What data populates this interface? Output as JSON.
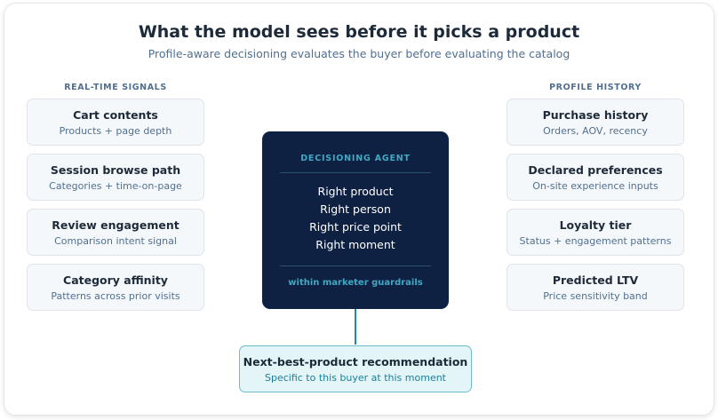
{
  "title": "What the model sees before it picks a product",
  "subtitle": "Profile-aware decisioning evaluates the buyer before evaluating the catalog",
  "left_column": {
    "header": "REAL-TIME SIGNALS",
    "items": [
      {
        "name": "Cart contents",
        "desc": "Products + page depth"
      },
      {
        "name": "Session browse path",
        "desc": "Categories + time-on-page"
      },
      {
        "name": "Review engagement",
        "desc": "Comparison intent signal"
      },
      {
        "name": "Category affinity",
        "desc": "Patterns across prior visits"
      }
    ]
  },
  "right_column": {
    "header": "PROFILE HISTORY",
    "items": [
      {
        "name": "Purchase history",
        "desc": "Orders, AOV, recency"
      },
      {
        "name": "Declared preferences",
        "desc": "On-site experience inputs"
      },
      {
        "name": "Loyalty tier",
        "desc": "Status + engagement patterns"
      },
      {
        "name": "Predicted LTV",
        "desc": "Price sensitivity band"
      }
    ]
  },
  "agent": {
    "label": "DECISIONING AGENT",
    "lines": [
      "Right product",
      "Right person",
      "Right price point",
      "Right moment"
    ],
    "guardrail": "within marketer guardrails"
  },
  "result": {
    "name": "Next-best-product recommendation",
    "desc": "Specific to this buyer at this moment"
  },
  "colors": {
    "agent_bg": "#0f2142",
    "accent": "#3fa8c4",
    "result_bg": "#e4f5f8",
    "connector": "#1a8ca8"
  }
}
